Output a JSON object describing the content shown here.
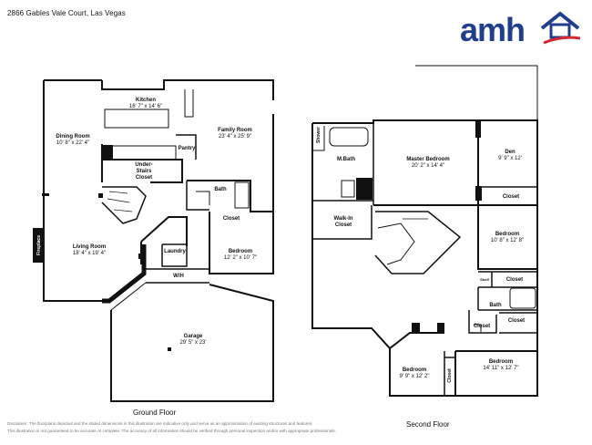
{
  "header": {
    "address": "2866 Gables Vale Court, Las Vegas",
    "logo_text": "amh",
    "brand_color": "#1f3e8c",
    "accent_color": "#d6262f"
  },
  "ground_floor": {
    "label": "Ground Floor",
    "rooms": {
      "kitchen": {
        "name": "Kitchen",
        "dims": "16' 7\" x 14' 6\""
      },
      "dining": {
        "name": "Dining Room",
        "dims": "10' 8\" x 22' 4\""
      },
      "family": {
        "name": "Family Room",
        "dims": "23' 4\" x 25' 9\""
      },
      "pantry": {
        "name": "Pantry"
      },
      "understairs": {
        "line1": "Under-",
        "line2": "Stairs",
        "line3": "Closet"
      },
      "bath": {
        "name": "Bath"
      },
      "closet": {
        "name": "Closet"
      },
      "living": {
        "name": "Living Room",
        "dims": "18' 4\" x 19' 4\""
      },
      "laundry": {
        "name": "Laundry"
      },
      "bedroom": {
        "name": "Bedroom",
        "dims": "12' 2\" x 10' 7\""
      },
      "wh": {
        "name": "W/H"
      },
      "garage": {
        "name": "Garage",
        "dims": "29' 5\" x 23'"
      },
      "fireplace": {
        "name": "Fireplace"
      }
    }
  },
  "second_floor": {
    "label": "Second Floor",
    "rooms": {
      "shower": {
        "name": "Shower"
      },
      "mbath": {
        "name": "M.Bath"
      },
      "master": {
        "name": "Master Bedroom",
        "dims": "20' 2\" x 14' 4\""
      },
      "den": {
        "name": "Den",
        "dims": "9' 9\" x 12'"
      },
      "den_closet": {
        "name": "Closet"
      },
      "walkin": {
        "line1": "Walk-In",
        "line2": "Closet"
      },
      "bedroom_a": {
        "name": "Bedroom",
        "dims": "10' 8\" x 12' 8\""
      },
      "shelf": {
        "name": "Shelf"
      },
      "closet_a": {
        "name": "Closet"
      },
      "bath": {
        "name": "Bath"
      },
      "closet_b": {
        "name": "Closet"
      },
      "closet_c": {
        "name": "Closet"
      },
      "bedroom_b": {
        "name": "Bedroom",
        "dims": "14' 11\" x 12' 7\""
      },
      "bedroom_c": {
        "name": "Bedroom",
        "dims": "9' 9\" x 12' 2\""
      },
      "closet_d": {
        "name": "Closet"
      }
    }
  },
  "disclaimer": {
    "line1": "Disclaimer: The floorplans depicted and the stated dimensions in this illustration are indicative only and serve as an approximation of existing structures and features.",
    "line2": "This illustration is not guaranteed to be accurate or complete. The accuracy of all information should be verified through personal inspection and/or with appropriate professionals."
  }
}
